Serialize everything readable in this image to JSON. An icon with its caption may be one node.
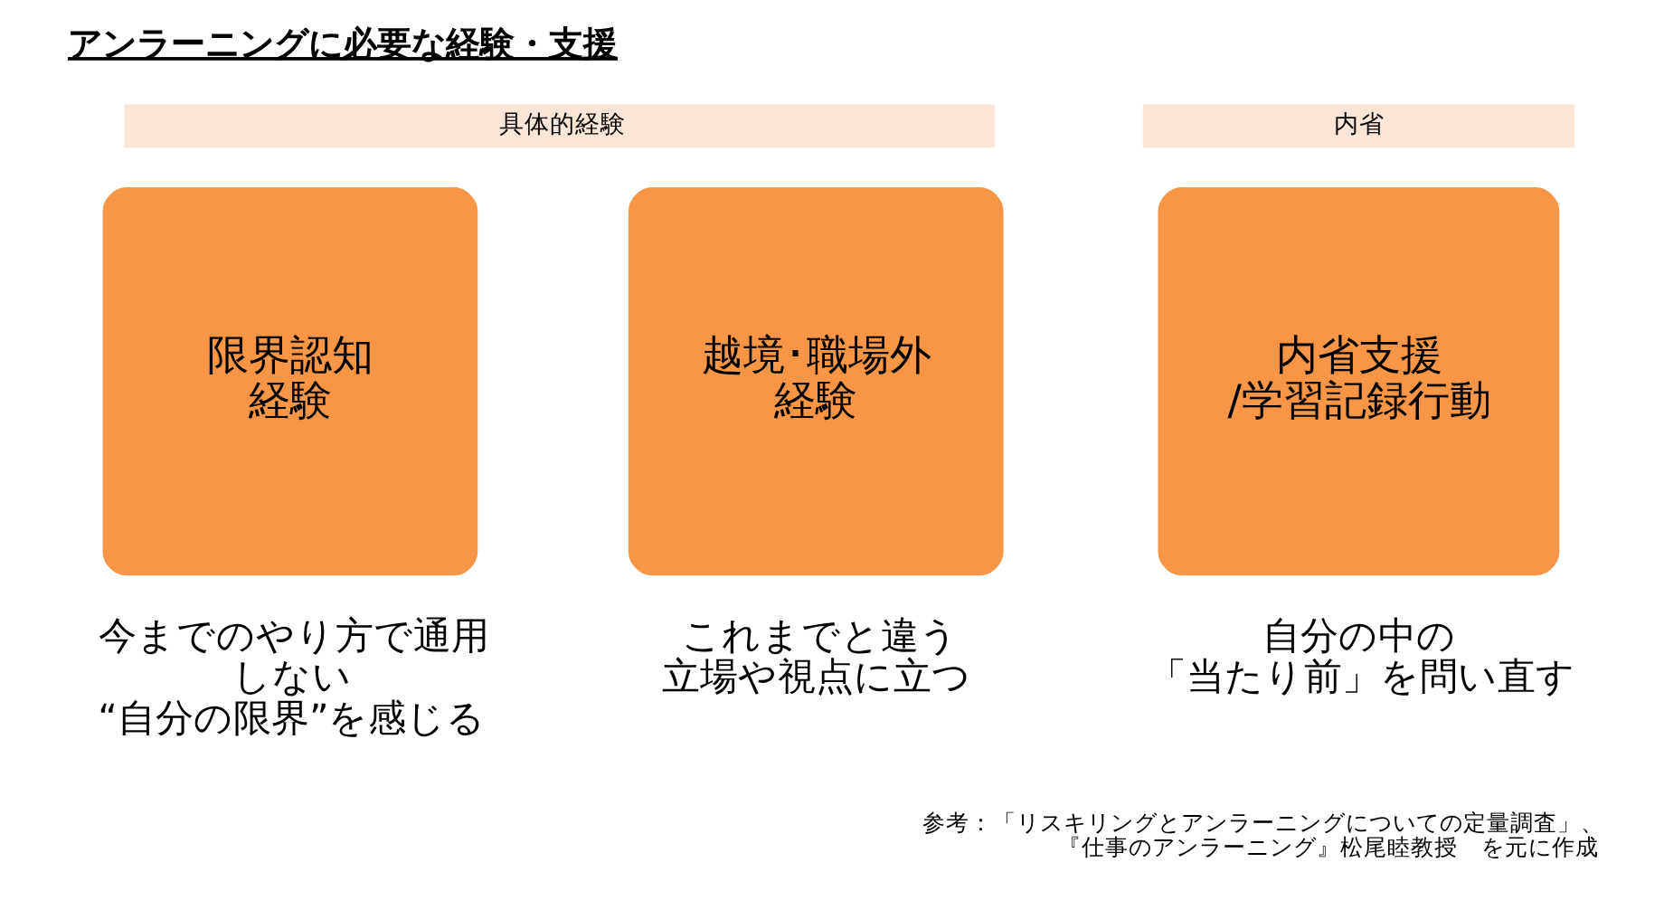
{
  "diagram": {
    "title": "アンラーニングに必要な経験・支援",
    "caption": "参考：「リスキリングとアンラーニングについての定量調査」、『仕事のアンラーニング』松尾睦教授　を元に作成",
    "nodes": [
      {
        "text": [
          "具体的経験"
        ]
      },
      {
        "text": [
          "内省"
        ]
      },
      {
        "text": [
          "限界認知経験"
        ],
        "beside": [
          "今までのやり方で通用しない“自分の限界”を感じる"
        ]
      },
      {
        "text": [
          "越境･職場外経験"
        ],
        "beside": [
          "これまでと違う立場や視点に立つ"
        ]
      },
      {
        "text": [
          "内省支援/学習記録行動"
        ],
        "beside": [
          "自分の中の「当たり前」を問い直す"
        ]
      }
    ]
  }
}
